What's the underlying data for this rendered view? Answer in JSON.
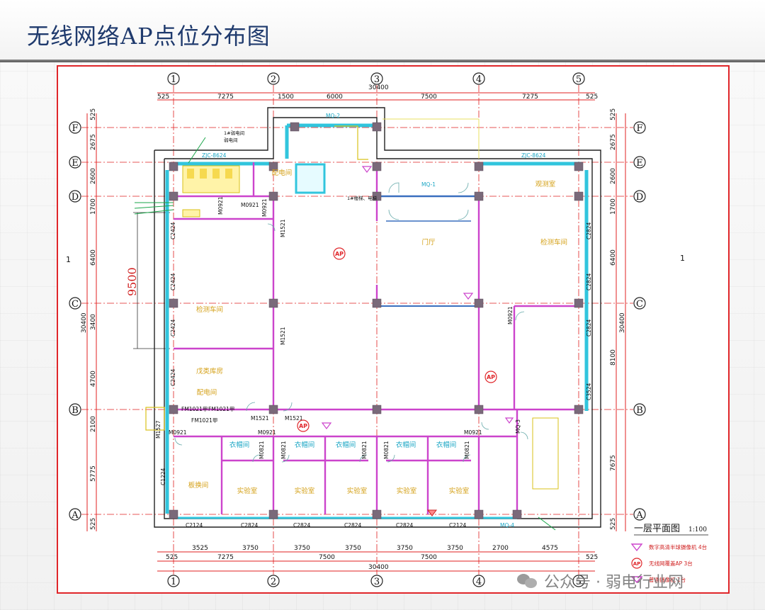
{
  "slide": {
    "title": "无线网络AP点位分布图"
  },
  "plan": {
    "grid_columns": [
      "1",
      "2",
      "3",
      "4",
      "5"
    ],
    "grid_rows": [
      "F",
      "E",
      "D",
      "C",
      "B",
      "A"
    ],
    "top_dims_row1": [
      "525",
      "7275",
      "1500",
      "6000",
      "7500",
      "7275",
      "525"
    ],
    "top_total": "30400",
    "bottom_dims_row1": [
      "525",
      "3525",
      "3750",
      "3750",
      "3750",
      "3750",
      "3750",
      "2700",
      "4575",
      "525"
    ],
    "bottom_dims_row2": [
      "7275",
      "7500",
      "7500"
    ],
    "bottom_total": "30400",
    "left_dims": [
      "525",
      "2675",
      "2600",
      "1700",
      "6400",
      "3400",
      "4700",
      "2100",
      "5775",
      "525"
    ],
    "left_total": "30400",
    "right_dims": [
      "525",
      "2675",
      "2600",
      "1700",
      "6400",
      "8100",
      "7675",
      "525"
    ],
    "right_total": "30400",
    "side_marks": [
      "1",
      "1"
    ],
    "big_dim": "9500",
    "rooms": {
      "peidian1": "配电间",
      "guanche": "观测室",
      "menting": "门厅",
      "jiance_r": "检测车间",
      "jiance_l": "检测车间",
      "chenglei": "戊类库房",
      "peidian2": "配电间",
      "yigeng": "衣帽间",
      "banhuan": "板换间",
      "shiyan": "实验室"
    },
    "door_labels": {
      "m0921": "M0921",
      "m1521": "M1521",
      "m1527": "M1527",
      "m0821": "M0821",
      "fm1021": "FM1021甲",
      "mq1": "MQ-1",
      "mq2": "MQ-2",
      "mq3": "MQ-3",
      "mq4": "MQ-4"
    },
    "window_labels": {
      "c2424": "C2424",
      "c2824": "C2824",
      "c3524": "C3524",
      "c1224": "C1224",
      "c2124": "C2124",
      "zjc": "ZJC-8624"
    },
    "small_notes": {
      "stair_note": "1#楼梯、电梯",
      "cable_note": "1#弱电间",
      "cable_note2": "弱电间",
      "vert_note": "弱电间"
    },
    "ap_label": "AP",
    "plan_title": "一层平面图",
    "plan_scale": "1:100",
    "legend": [
      {
        "symbol": "camera",
        "text": "数字高清半球摄像机   4台"
      },
      {
        "symbol": "ap",
        "text": "无线网覆盖AP   3台"
      },
      {
        "symbol": "cam2",
        "text": "普通摄像机   1台"
      }
    ]
  },
  "watermark": {
    "text": "公众号 · 弱电行业网"
  },
  "colors": {
    "title": "#1f3a6d",
    "frame": "#e0262a",
    "wall": "#cc44cc",
    "column": "#7a6a7a",
    "dim": "#e02020",
    "axis": "#2a2a2a",
    "cyan": "#31c5dd",
    "yellow_room": "#d8c21a",
    "ap": "#e0262a"
  }
}
